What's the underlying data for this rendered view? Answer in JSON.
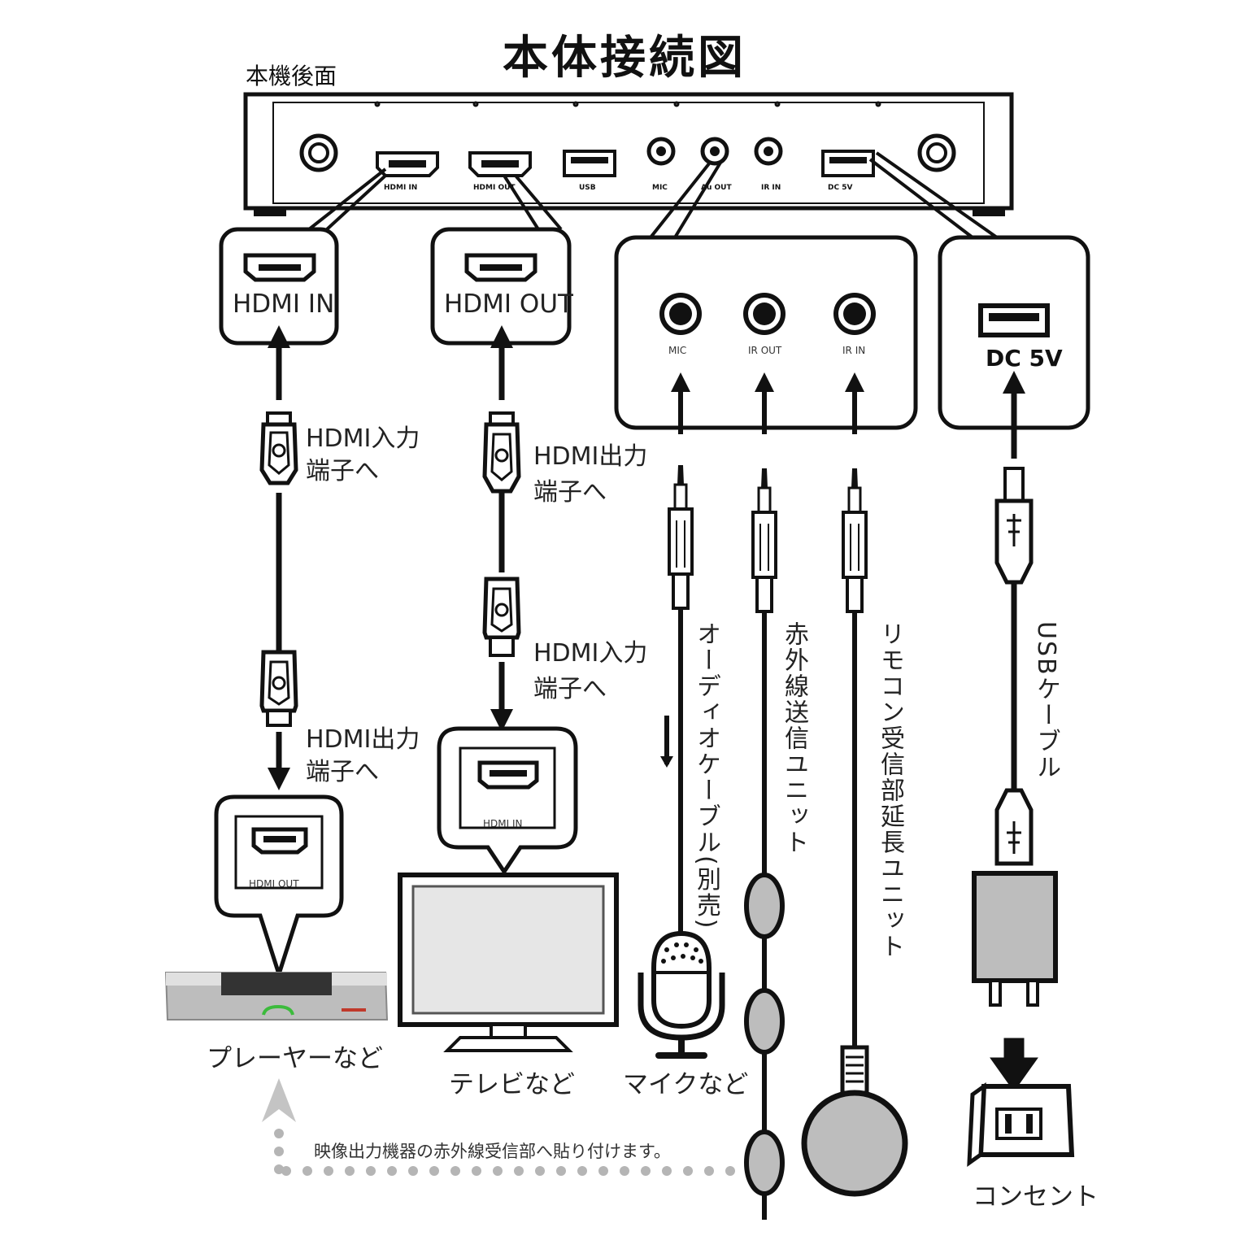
{
  "title": "本体接続図",
  "device_back_label": "本機後面",
  "rear_ports": [
    "HDMI IN",
    "HDMI OUT",
    "USB",
    "MIC",
    "Au OUT",
    "IR IN",
    "DC 5V"
  ],
  "boxes": {
    "hdmi_in": "HDMI IN",
    "hdmi_out": "HDMI OUT",
    "mic": "MIC",
    "ir_out": "IR OUT",
    "ir_in": "IR IN",
    "dc": "DC 5V"
  },
  "left_chain": {
    "to_device": "HDMI入力\n端子へ",
    "to_player": "HDMI出力\n端子へ"
  },
  "mid_chain": {
    "to_device": "HDMI出力\n端子へ",
    "to_tv": "HDMI入力\n端子へ"
  },
  "device_labels": {
    "player_port": "HDMI OUT",
    "tv_port": "HDMI IN"
  },
  "cables": {
    "audio": "オーディオケーブル(別売)",
    "ir_tx": "赤外線送信ユニット",
    "ir_rx": "リモコン受信部延長ユニット",
    "usb": "USBケーブル"
  },
  "captions": {
    "player": "プレーヤーなど",
    "tv": "テレビなど",
    "mic": "マイクなど",
    "outlet": "コンセント"
  },
  "note": "映像出力機器の赤外線受信部へ貼り付けます。"
}
